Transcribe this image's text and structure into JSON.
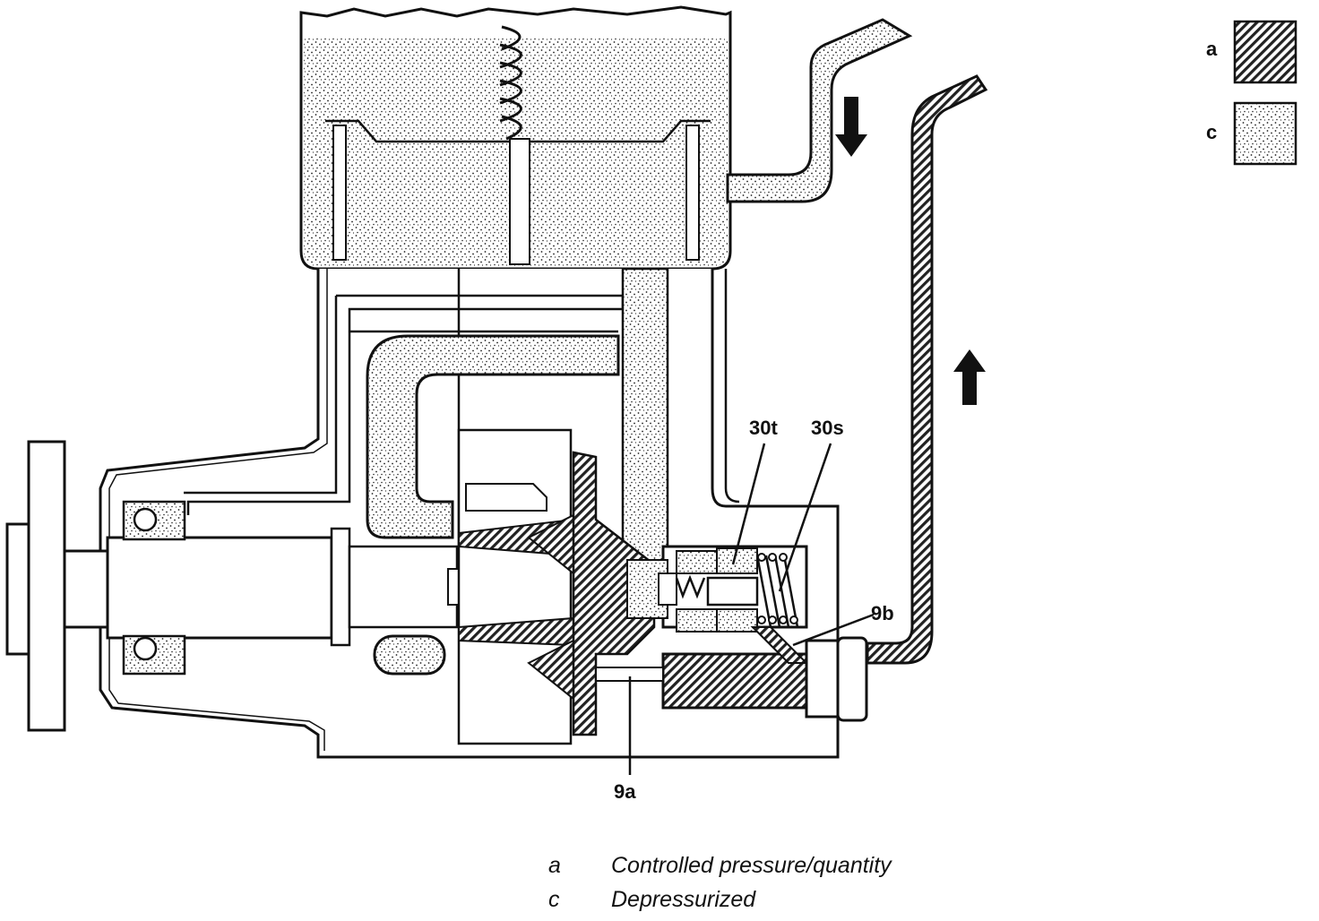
{
  "diagram": {
    "callouts": {
      "c30t": "30t",
      "c30s": "30s",
      "c9b": "9b",
      "c9a": "9a"
    },
    "legend": {
      "a_key": "a",
      "c_key": "c",
      "a_pattern": "hatched",
      "c_pattern": "stippled"
    },
    "caption": [
      {
        "key": "a",
        "text": "Controlled pressure/quantity"
      },
      {
        "key": "c",
        "text": "Depressurized"
      }
    ],
    "colors": {
      "ink": "#111111",
      "paper": "#ffffff"
    }
  }
}
